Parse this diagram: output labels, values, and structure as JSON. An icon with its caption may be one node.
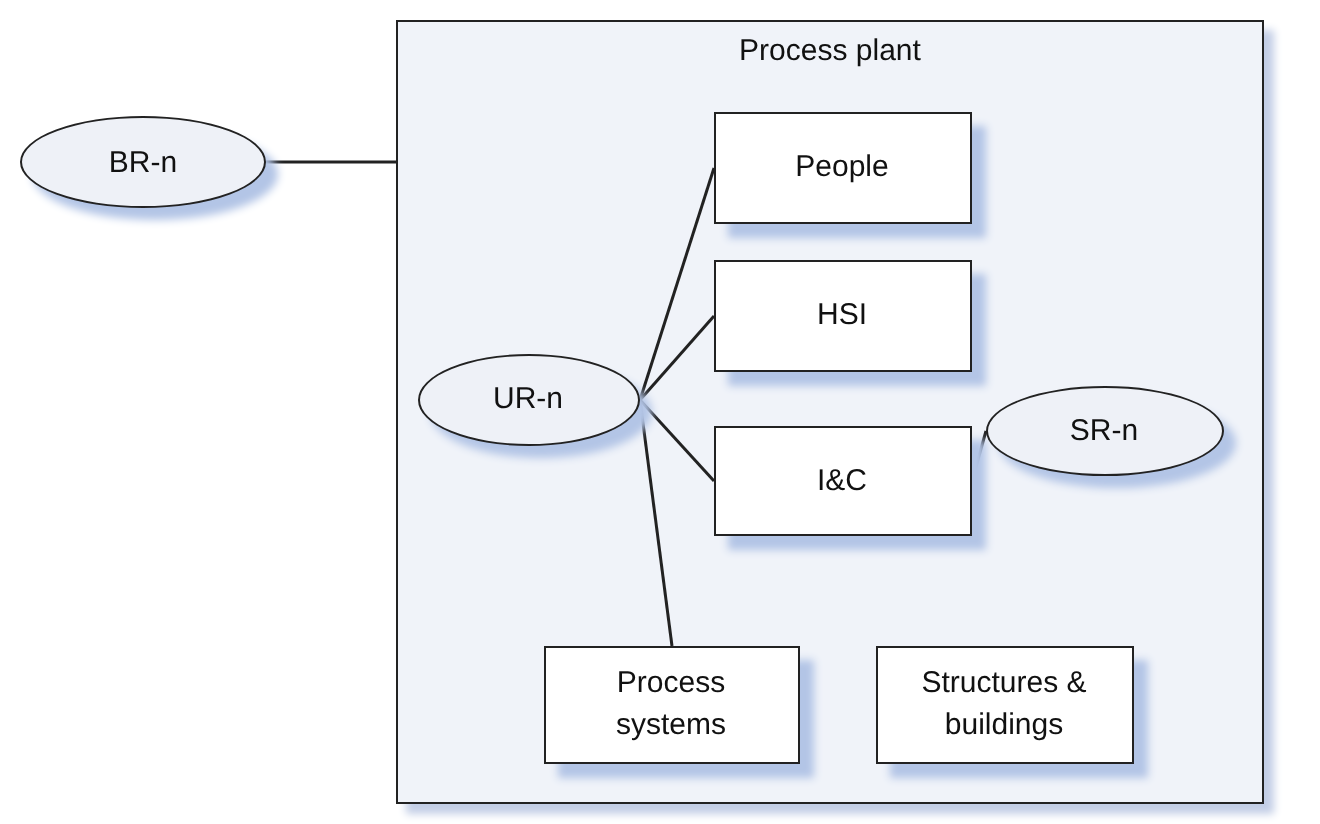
{
  "diagram": {
    "nodes": [
      {
        "text": [
          "BR-n"
        ]
      },
      {
        "text": [
          "Process plant"
        ]
      },
      {
        "text": [
          "People"
        ],
        "in": 1
      },
      {
        "text": [
          "HSI"
        ],
        "in": 1
      },
      {
        "text": [
          "UR-n"
        ],
        "in": 1
      },
      {
        "text": [
          "I&C"
        ],
        "in": 1
      },
      {
        "text": [
          "SR-n"
        ],
        "in": 1
      },
      {
        "text": [
          "Process systems"
        ],
        "in": 1
      },
      {
        "text": [
          "Structures & buildings"
        ],
        "in": 1
      }
    ],
    "edges": [
      {
        "from": 0,
        "to": 1,
        "arrow": "none"
      },
      {
        "from": 4,
        "to": 2,
        "arrow": "none"
      },
      {
        "from": 4,
        "to": 3,
        "arrow": "none"
      },
      {
        "from": 4,
        "to": 5,
        "arrow": "none"
      },
      {
        "from": 4,
        "to": 7,
        "arrow": "none"
      },
      {
        "from": 5,
        "to": 6,
        "arrow": "none"
      }
    ]
  }
}
